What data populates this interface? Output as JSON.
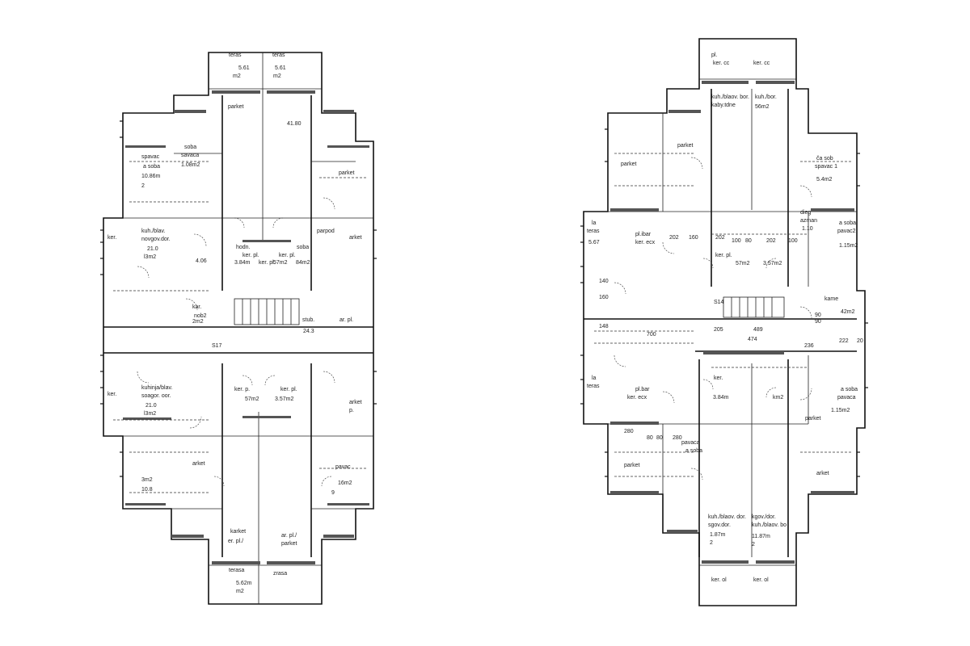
{
  "plan_left": {
    "labels": [
      "teras",
      "teras",
      "5.61",
      "5.61",
      "m2",
      "m2",
      "parket",
      "41.80",
      "spavac",
      "a soba",
      "10.86m",
      "2",
      "soba",
      "savaca",
      "1.08m2",
      "parket",
      "parpod",
      "ker.",
      "kuh./blav.",
      "novgov.dor.",
      "21.0",
      "l3m2",
      "4.06",
      "hodn.",
      "3.84m",
      "ker. pl.",
      "84m2",
      "arket",
      "ker. pl.",
      "57m2",
      "ker. pl.",
      "soba",
      "kar.",
      "nob2",
      "2m2",
      "stub.",
      "24.3",
      "ar. pl.",
      "S17",
      "ker.",
      "kuhinja/blav.",
      "soagor. oor.",
      "21.0",
      "l3m2",
      "ker. p.",
      "57m2",
      "3.57m2",
      "ker. pl.",
      "arket",
      "p.",
      "arket",
      "3m2",
      "10.8",
      "pavac",
      "16m2",
      "9",
      "karket",
      "er. pl./",
      "ar. pl./",
      "parket",
      "terasa",
      "5.62m",
      "zrasa",
      "m2"
    ]
  },
  "plan_right": {
    "labels": [
      "pl.",
      "ker. cc",
      "ker. cc",
      "kuh./blaov. bor.",
      "kaby.tdne",
      "kuh./bor.",
      "56m2",
      "parket",
      "parket",
      "ča sob",
      "spavac 1",
      "5.4m2",
      "la",
      "teras",
      "5.67",
      "pl.ibar",
      "ker. ecx",
      "202",
      "160",
      "202",
      "100",
      "80",
      "202",
      "100",
      "dieg",
      "azman",
      "1.10",
      "a soba",
      "pavac2",
      "1.15m2",
      "ker. pl.",
      "57m2",
      "3.57m2",
      "S14",
      "140",
      "160",
      "148",
      "90",
      "700",
      "205",
      "489",
      "474",
      "236",
      "222",
      "20",
      "kame",
      "90",
      "42m2",
      "la",
      "teras",
      "pl.bar",
      "ker. ecx",
      "ker.",
      "3.84m",
      "km2",
      "a soba",
      "pavaca",
      "1.15m2",
      "280",
      "80",
      "80",
      "280",
      "pavaca",
      "a soba",
      "parket",
      "parket",
      "arket",
      "kuh./blaov. dor.",
      "sgov.dor.",
      "1.87m",
      "2",
      "kgov./dor.",
      "kuh./blaov. bo",
      "11.87m",
      "2",
      "ker. ol",
      "ker. ol"
    ]
  }
}
